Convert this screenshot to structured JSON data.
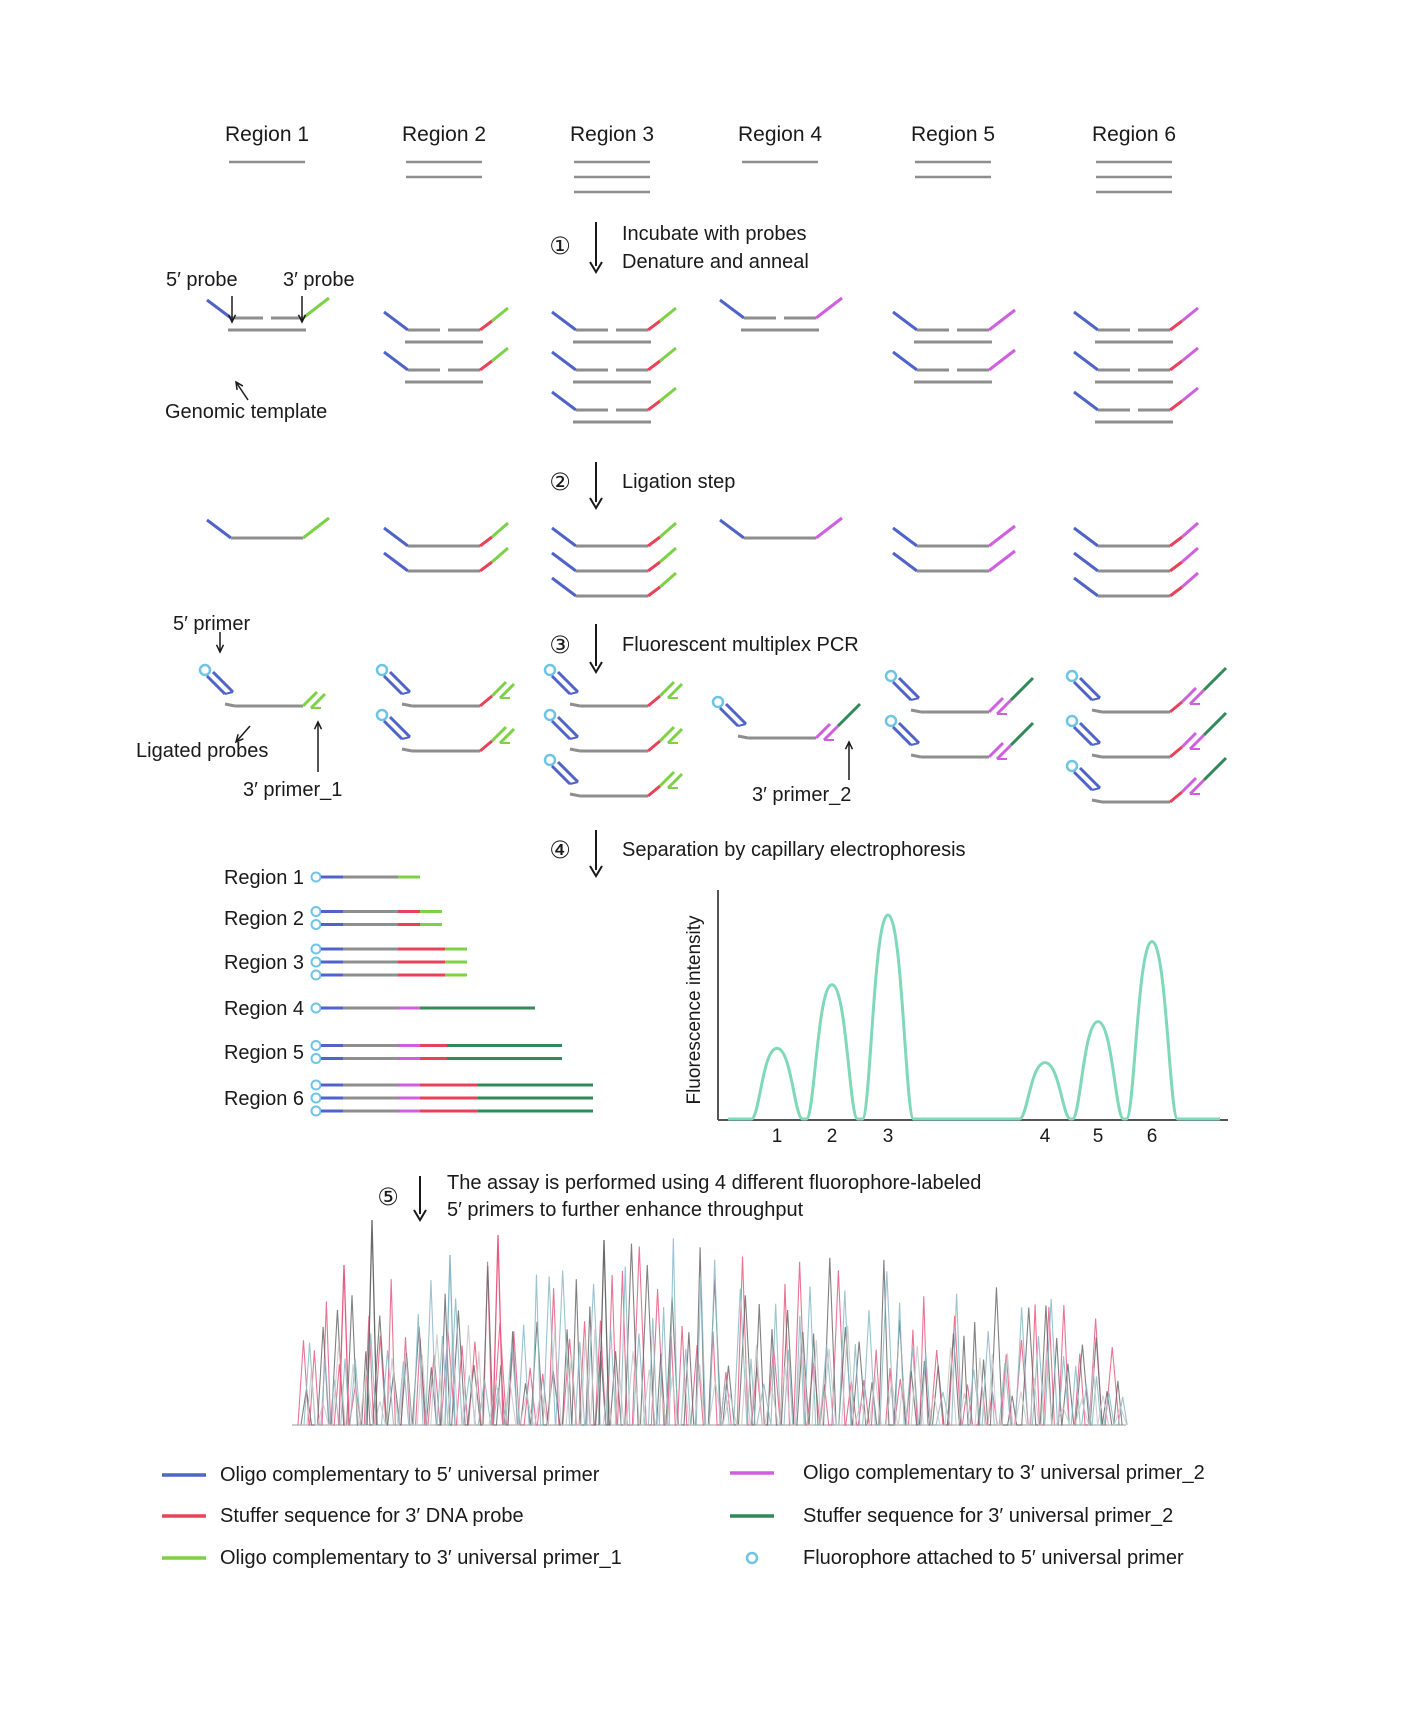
{
  "regions": [
    "Region 1",
    "Region 2",
    "Region 3",
    "Region 4",
    "Region 5",
    "Region 6"
  ],
  "template_counts": [
    1,
    2,
    3,
    1,
    2,
    3
  ],
  "steps": {
    "s1": {
      "num": "①",
      "line1": "Incubate with probes",
      "line2": "Denature and anneal"
    },
    "s2": {
      "num": "②",
      "line1": "Ligation step"
    },
    "s3": {
      "num": "③",
      "line1": "Fluorescent multiplex PCR"
    },
    "s4": {
      "num": "④",
      "line1": "Separation by capillary electrophoresis"
    },
    "s5": {
      "num": "⑤",
      "line1": "The assay is performed using 4 different fluorophore-labeled",
      "line2": "5′ primers to further enhance throughput"
    }
  },
  "annotations": {
    "probe5": "5′ probe",
    "probe3": "3′ probe",
    "genomic_template": "Genomic template",
    "primer5": "5′ primer",
    "ligated_probes": "Ligated probes",
    "primer3_1": "3′ primer_1",
    "primer3_2": "3′ primer_2"
  },
  "probe_config": [
    {
      "stuffer": "none",
      "oligo3": "green"
    },
    {
      "stuffer": "red",
      "oligo3": "green"
    },
    {
      "stuffer": "red",
      "oligo3": "green"
    },
    {
      "stuffer": "none",
      "oligo3": "magenta"
    },
    {
      "stuffer": "none",
      "oligo3": "magenta"
    },
    {
      "stuffer": "red",
      "oligo3": "magenta"
    }
  ],
  "fragments": [
    {
      "label": "Region 1",
      "count": 1,
      "segments": [
        [
          "blue",
          22
        ],
        [
          "gray",
          55
        ],
        [
          "green",
          22
        ]
      ]
    },
    {
      "label": "Region 2",
      "count": 2,
      "segments": [
        [
          "blue",
          22
        ],
        [
          "gray",
          55
        ],
        [
          "red",
          22
        ],
        [
          "green",
          22
        ]
      ]
    },
    {
      "label": "Region 3",
      "count": 3,
      "segments": [
        [
          "blue",
          22
        ],
        [
          "gray",
          55
        ],
        [
          "red",
          47
        ],
        [
          "green",
          22
        ]
      ]
    },
    {
      "label": "Region 4",
      "count": 1,
      "segments": [
        [
          "blue",
          22
        ],
        [
          "gray",
          55
        ],
        [
          "magenta",
          22
        ],
        [
          "darkgreen",
          115
        ]
      ]
    },
    {
      "label": "Region 5",
      "count": 2,
      "segments": [
        [
          "blue",
          22
        ],
        [
          "gray",
          55
        ],
        [
          "magenta",
          22
        ],
        [
          "red",
          27
        ],
        [
          "darkgreen",
          115
        ]
      ]
    },
    {
      "label": "Region 6",
      "count": 3,
      "segments": [
        [
          "blue",
          22
        ],
        [
          "gray",
          55
        ],
        [
          "magenta",
          22
        ],
        [
          "red",
          58
        ],
        [
          "darkgreen",
          115
        ]
      ]
    }
  ],
  "chart_data": {
    "type": "line",
    "ylabel": "Fluorescence intensity",
    "xlabel": "",
    "peaks": [
      {
        "label": "1",
        "height": 0.35
      },
      {
        "label": "2",
        "height": 0.66
      },
      {
        "label": "3",
        "height": 1.0
      },
      {
        "label": "4",
        "height": 0.28
      },
      {
        "label": "5",
        "height": 0.48
      },
      {
        "label": "6",
        "height": 0.87
      }
    ],
    "color": "#7fd8b8"
  },
  "legend": [
    {
      "color": "blue",
      "label": "Oligo complementary to 5′ universal primer"
    },
    {
      "color": "red",
      "label": "Stuffer sequence for 3′ DNA probe"
    },
    {
      "color": "green",
      "label": "Oligo complementary to 3′ universal primer_1"
    },
    {
      "color": "magenta",
      "label": "Oligo complementary to 3′ universal primer_2"
    },
    {
      "color": "darkgreen",
      "label": "Stuffer sequence for 3′ universal primer_2"
    },
    {
      "color": "dot",
      "label": "Fluorophore attached to 5′ universal primer"
    }
  ],
  "colors": {
    "blue": "#4f63c9",
    "red": "#e6435a",
    "green": "#7cd144",
    "magenta": "#cf5fde",
    "darkgreen": "#2f8a57",
    "gray": "#8e8e8e",
    "dot": "#6fc4e6",
    "trace": [
      "#e85a80",
      "#6a6a6a",
      "#8ab8c8",
      "#c8c8c8"
    ]
  }
}
